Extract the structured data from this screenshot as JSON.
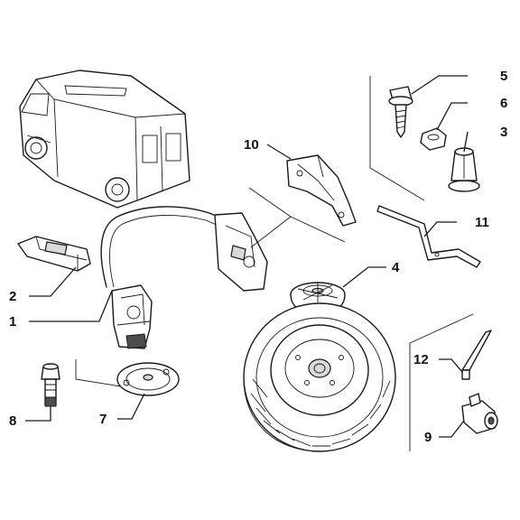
{
  "callouts": {
    "c1": "1",
    "c2": "2",
    "c3": "3",
    "c4": "4",
    "c5": "5",
    "c6": "6",
    "c7": "7",
    "c8": "8",
    "c9": "9",
    "c10": "10",
    "c11": "11",
    "c12": "12"
  },
  "colors": {
    "line": "#1a1a1a",
    "shade": "#d9d9d9",
    "background": "#ffffff"
  }
}
